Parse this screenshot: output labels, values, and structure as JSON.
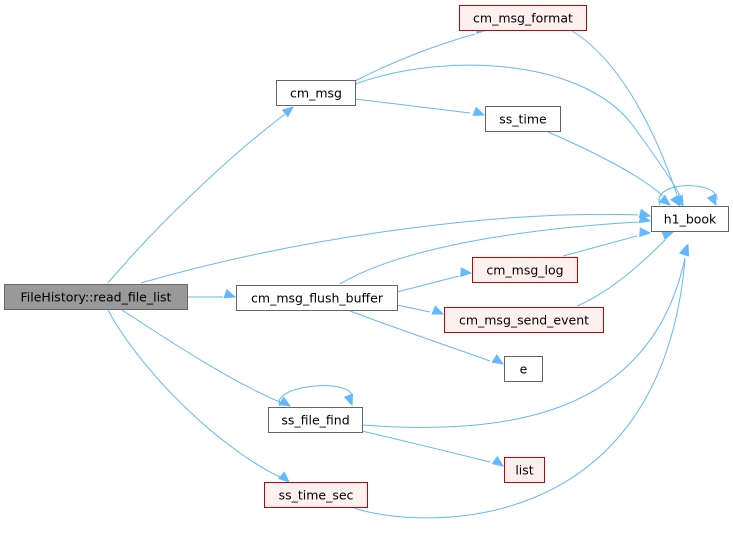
{
  "colors": {
    "root_fill": "#999999",
    "root_stroke": "#666666",
    "normal_fill": "#ffffff",
    "normal_stroke": "#666666",
    "ext_fill": "#fff0f0",
    "ext_stroke": "#cc0000",
    "edge": "#63b8ff"
  },
  "nodes": [
    {
      "id": "read_file_list",
      "label": "FileHistory::read_file_list",
      "style": "root"
    },
    {
      "id": "cm_msg",
      "label": "cm_msg",
      "style": "normal"
    },
    {
      "id": "cm_msg_format",
      "label": "cm_msg_format",
      "style": "ext"
    },
    {
      "id": "ss_time",
      "label": "ss_time",
      "style": "normal"
    },
    {
      "id": "h1_book",
      "label": "h1_book",
      "style": "normal"
    },
    {
      "id": "cm_msg_flush_buffer",
      "label": "cm_msg_flush_buffer",
      "style": "normal"
    },
    {
      "id": "cm_msg_log",
      "label": "cm_msg_log",
      "style": "ext"
    },
    {
      "id": "cm_msg_send_event",
      "label": "cm_msg_send_event",
      "style": "ext"
    },
    {
      "id": "e",
      "label": "e",
      "style": "normal"
    },
    {
      "id": "ss_file_find",
      "label": "ss_file_find",
      "style": "normal"
    },
    {
      "id": "list",
      "label": "list",
      "style": "ext"
    },
    {
      "id": "ss_time_sec",
      "label": "ss_time_sec",
      "style": "ext"
    }
  ],
  "edges": [
    {
      "from": "read_file_list",
      "to": "cm_msg"
    },
    {
      "from": "read_file_list",
      "to": "h1_book"
    },
    {
      "from": "read_file_list",
      "to": "cm_msg_flush_buffer"
    },
    {
      "from": "read_file_list",
      "to": "ss_file_find"
    },
    {
      "from": "read_file_list",
      "to": "ss_time_sec"
    },
    {
      "from": "cm_msg",
      "to": "cm_msg_format"
    },
    {
      "from": "cm_msg",
      "to": "h1_book"
    },
    {
      "from": "cm_msg",
      "to": "ss_time"
    },
    {
      "from": "cm_msg_format",
      "to": "h1_book"
    },
    {
      "from": "ss_time",
      "to": "h1_book"
    },
    {
      "from": "h1_book",
      "to": "h1_book"
    },
    {
      "from": "cm_msg_flush_buffer",
      "to": "h1_book"
    },
    {
      "from": "cm_msg_flush_buffer",
      "to": "cm_msg_log"
    },
    {
      "from": "cm_msg_flush_buffer",
      "to": "cm_msg_send_event"
    },
    {
      "from": "cm_msg_flush_buffer",
      "to": "e"
    },
    {
      "from": "cm_msg_log",
      "to": "h1_book"
    },
    {
      "from": "cm_msg_send_event",
      "to": "h1_book"
    },
    {
      "from": "ss_file_find",
      "to": "ss_file_find"
    },
    {
      "from": "ss_file_find",
      "to": "h1_book"
    },
    {
      "from": "ss_file_find",
      "to": "list"
    },
    {
      "from": "ss_time_sec",
      "to": "h1_book"
    }
  ]
}
